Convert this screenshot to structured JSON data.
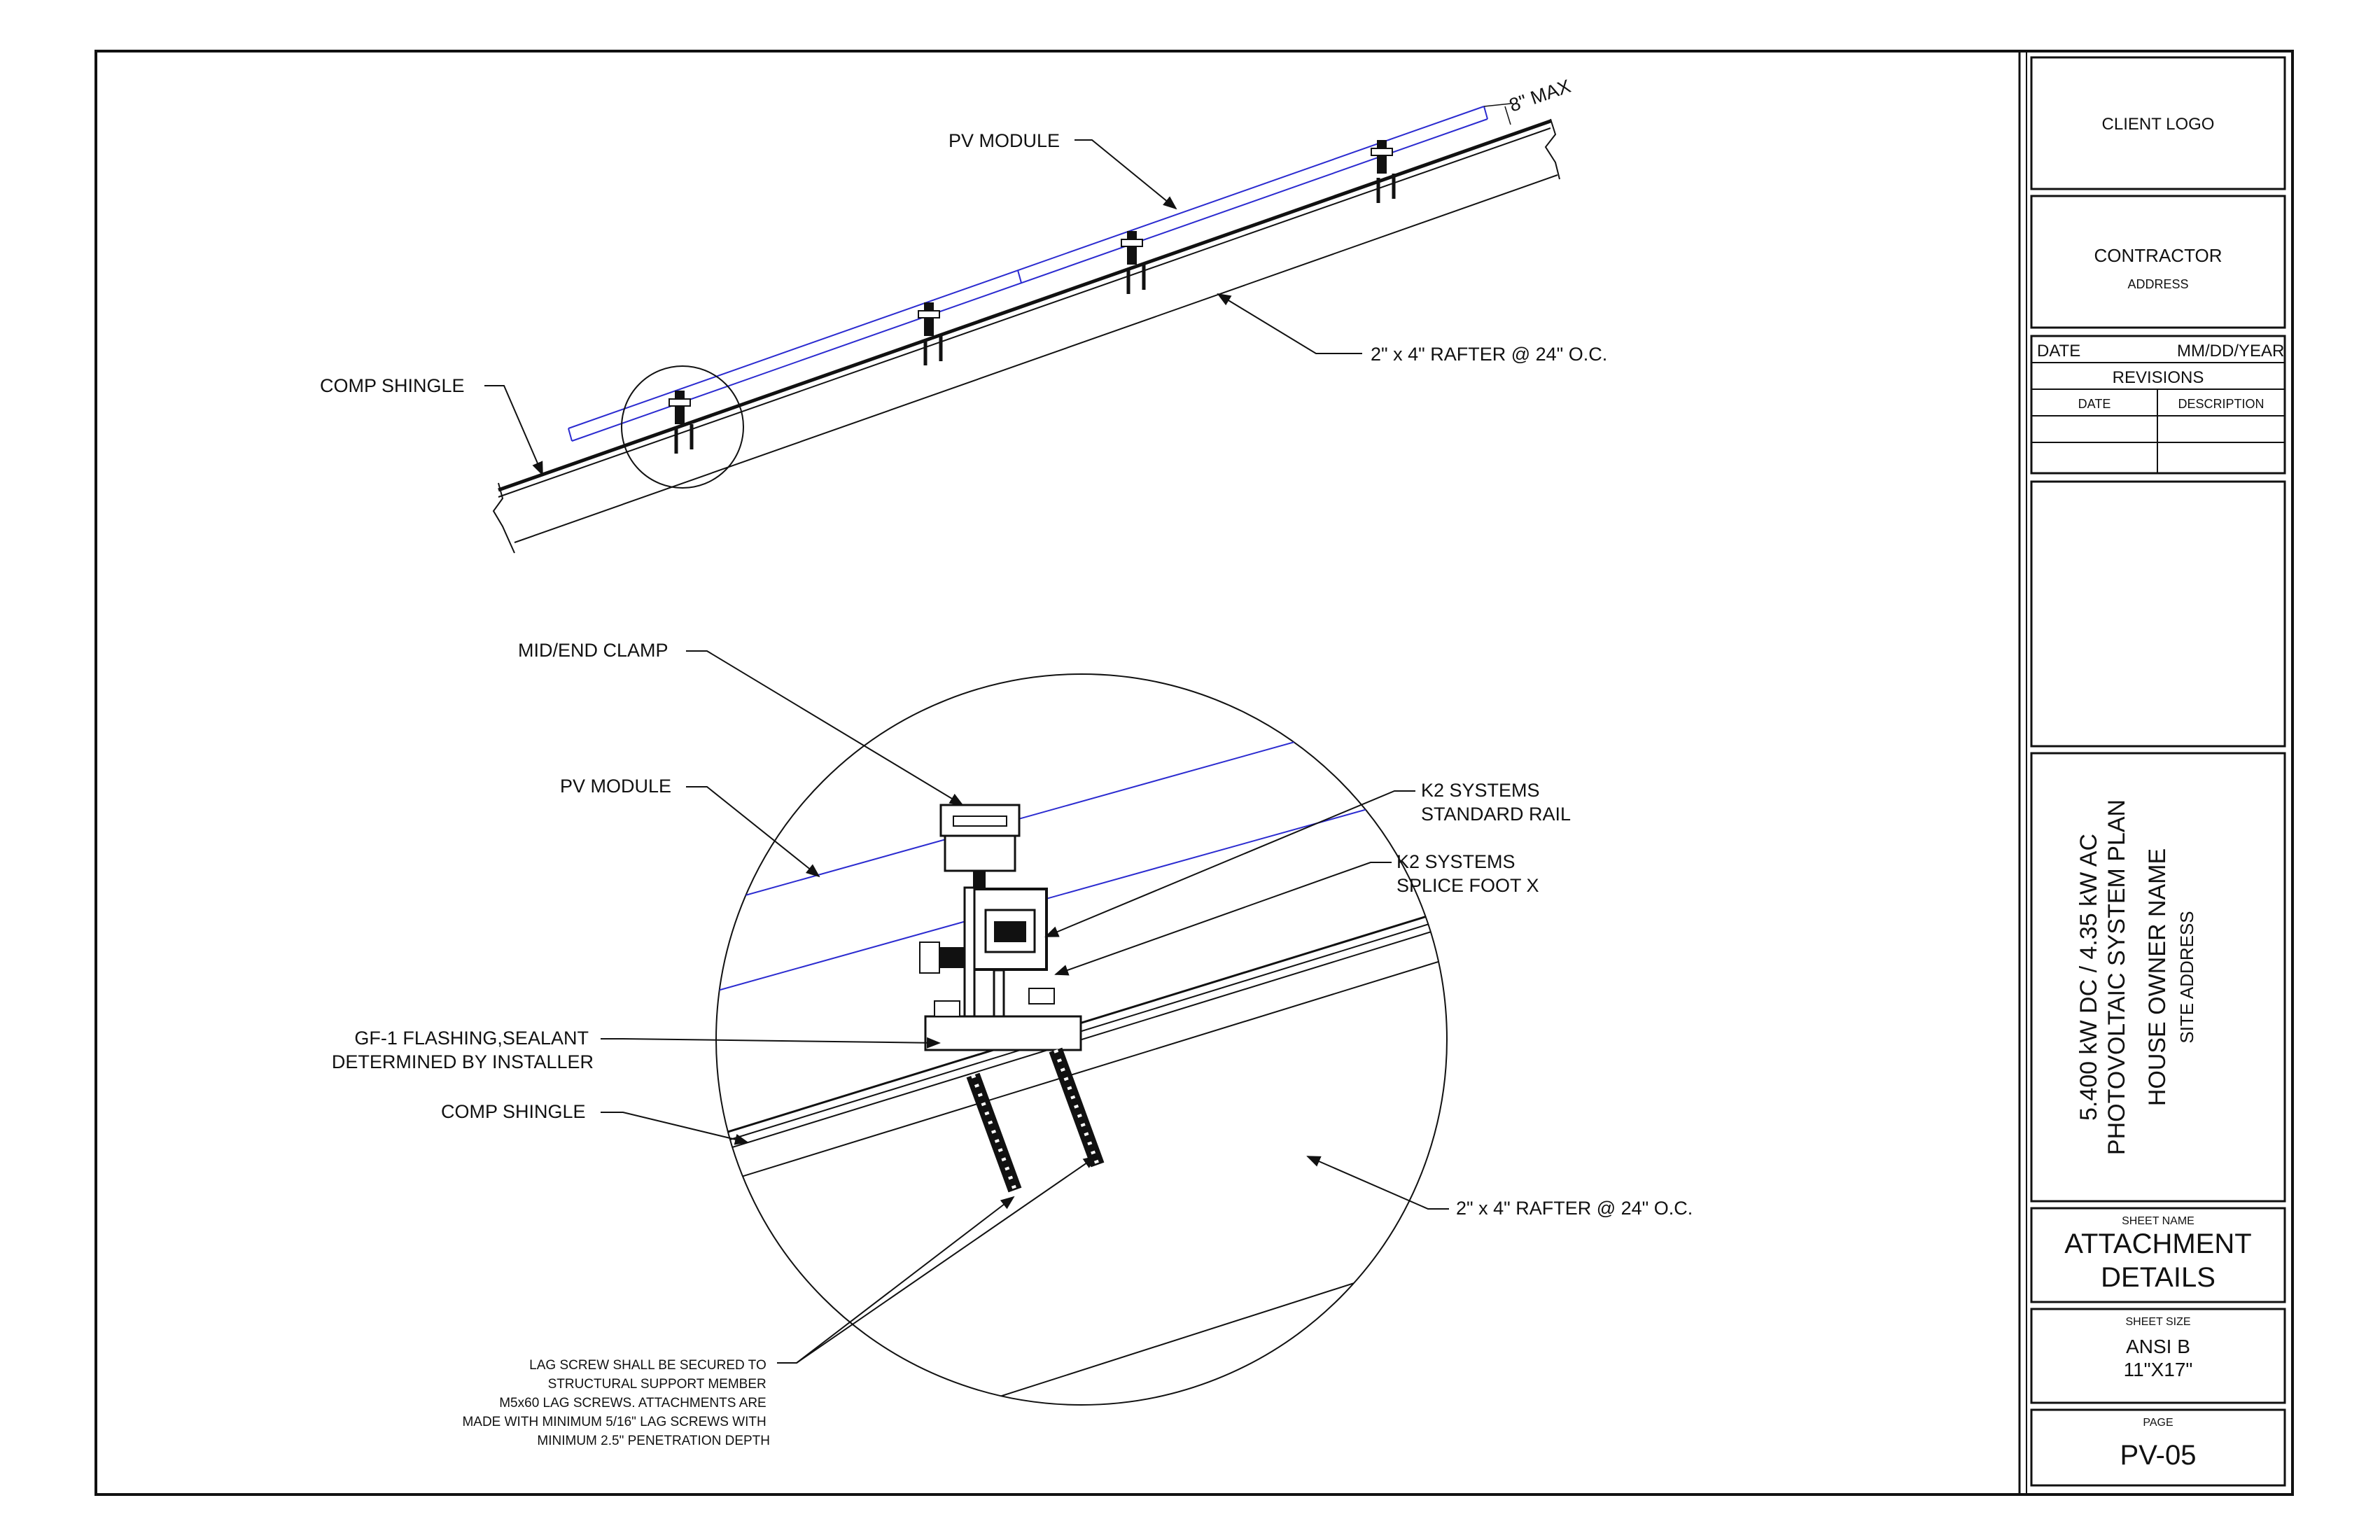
{
  "upper_detail": {
    "pv_module_label": "PV MODULE",
    "max_gap_label": "8\" MAX",
    "rafter_label": "2\" x 4\" RAFTER @ 24\" O.C.",
    "comp_shingle_label": "COMP SHINGLE"
  },
  "lower_detail": {
    "mid_end_clamp_label": "MID/END CLAMP",
    "pv_module_label": "PV MODULE",
    "rail_label": [
      "K2 SYSTEMS",
      "STANDARD RAIL"
    ],
    "splice_foot_label": [
      "K2 SYSTEMS",
      "SPLICE FOOT X"
    ],
    "flashing_label": [
      "GF-1 FLASHING,SEALANT",
      "DETERMINED BY INSTALLER"
    ],
    "comp_shingle_label": "COMP SHINGLE",
    "rafter_label": "2\" x 4\" RAFTER @ 24\" O.C.",
    "lag_screw_note": [
      "LAG SCREW SHALL BE SECURED TO",
      "STRUCTURAL SUPPORT MEMBER",
      "M5x60 LAG SCREWS. ATTACHMENTS ARE",
      "MADE WITH MINIMUM 5/16\" LAG SCREWS WITH",
      "MINIMUM 2.5\" PENETRATION DEPTH"
    ]
  },
  "title_block": {
    "client_logo": "CLIENT LOGO",
    "contractor": "CONTRACTOR",
    "address": "ADDRESS",
    "date_label": "DATE",
    "date_value": "MM/DD/YEAR",
    "revisions_label": "REVISIONS",
    "rev_date_header": "DATE",
    "rev_description_header": "DESCRIPTION",
    "system_size": "5.400 kW DC / 4.35 kW AC",
    "plan_title": "PHOTOVOLTAIC SYSTEM PLAN",
    "owner_name": "HOUSE OWNER NAME",
    "site_address": "SITE ADDRESS",
    "sheet_name_label": "SHEET NAME",
    "sheet_name": [
      "ATTACHMENT",
      "DETAILS"
    ],
    "sheet_size_label": "SHEET SIZE",
    "sheet_size": [
      "ANSI B",
      "11\"X17\""
    ],
    "page_label": "PAGE",
    "page": "PV-05"
  },
  "colors": {
    "line": "#111111",
    "module_outline": "#2b2bd0"
  }
}
